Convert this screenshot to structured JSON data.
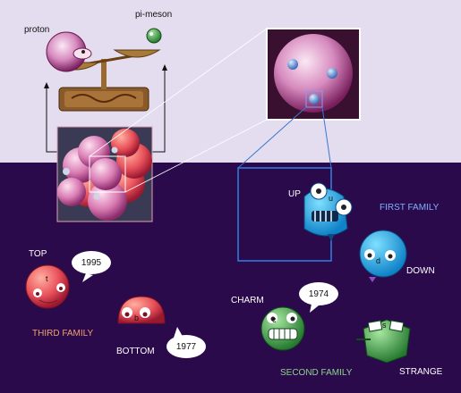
{
  "labels": {
    "proton": "proton",
    "pion": "pi-meson",
    "up": "UP",
    "down": "DOWN",
    "charm": "CHARM",
    "strange": "STRANGE",
    "top": "TOP",
    "bottom": "BOTTOM"
  },
  "families": {
    "first": "FIRST FAMILY",
    "second": "SECOND FAMILY",
    "third": "THIRD FAMILY"
  },
  "years": {
    "top": "1995",
    "charm": "1974",
    "bottom": "1977"
  },
  "quark_letters": {
    "up": "u",
    "down": "d",
    "charm": "c",
    "strange": "s",
    "top": "t",
    "bottom": "b"
  },
  "colors": {
    "background_dark": "#2a0a4a",
    "background_light": "#e4ddef",
    "first_family": "#7fb0ff",
    "second_family": "#8fd38a",
    "third_family": "#f0a070",
    "up_quark": "#2ea0e0",
    "down_quark": "#1eb0ee",
    "charm_quark": "#3fae4a",
    "strange_quark": "#2f9a3e",
    "top_quark": "#d84a4a",
    "bottom_quark": "#e06060",
    "proton": "#c96aa8"
  }
}
